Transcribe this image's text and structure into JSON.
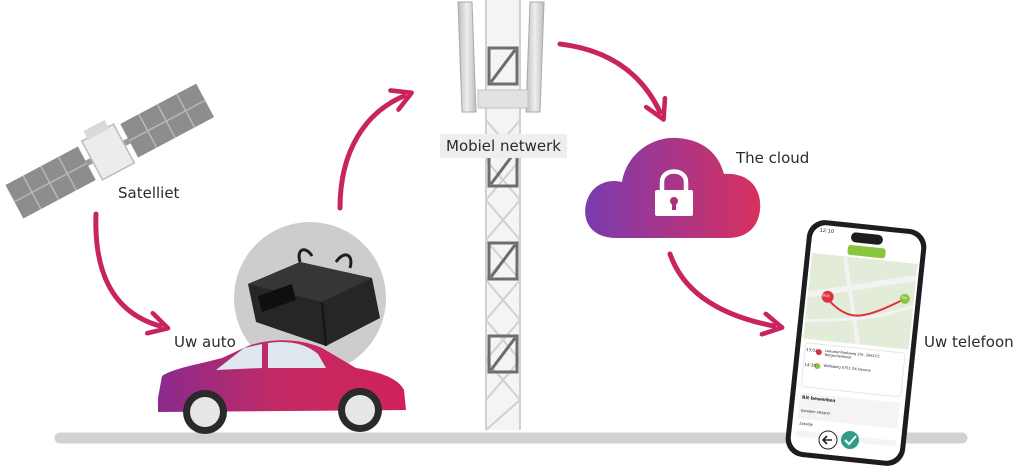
{
  "labels": {
    "satellite": "Satelliet",
    "car": "Uw auto",
    "network": "Mobiel netwerk",
    "cloud": "The cloud",
    "phone": "Uw telefoon"
  },
  "phone_screen": {
    "time": "12:10",
    "stop_badge": "Stop",
    "start_badge": "Go",
    "trip_start_time": "13:02",
    "trip_start_address": "Leeuwenhoekweg 20c, 2661CZ Bergschenhoek",
    "trip_end_time": "14:30",
    "trip_end_address": "Wolfsberg 5751 GX Deurne",
    "section_title": "Rit bewerken",
    "field_distance": "Gereden afstand",
    "field_type": "Zakelijk"
  },
  "colors": {
    "accent": "#c8245f",
    "cloud_gradient": [
      "#7a3bb0",
      "#d43066"
    ],
    "ground": "#d2d2d2",
    "map": "#e3ecd9"
  }
}
